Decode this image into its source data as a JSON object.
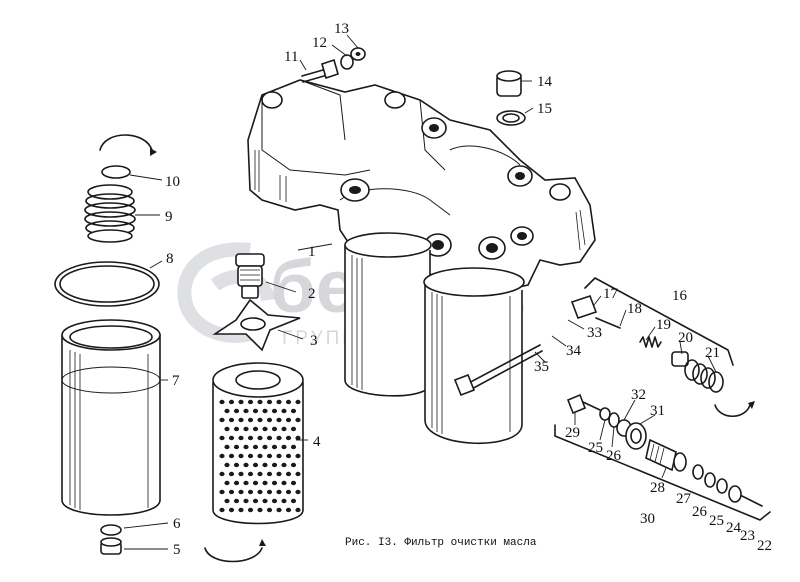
{
  "figure": {
    "caption": "Рис. I3. Фильтр очистки масла"
  },
  "watermark": {
    "brand": "белаза",
    "subtitle": "ГРУППА КОМПАНИЙ",
    "color": "#b9bcc2"
  },
  "callouts": [
    {
      "id": "1",
      "label": "1"
    },
    {
      "id": "2",
      "label": "2"
    },
    {
      "id": "3",
      "label": "3"
    },
    {
      "id": "4",
      "label": "4"
    },
    {
      "id": "5",
      "label": "5"
    },
    {
      "id": "6",
      "label": "6"
    },
    {
      "id": "7",
      "label": "7"
    },
    {
      "id": "8",
      "label": "8"
    },
    {
      "id": "9",
      "label": "9"
    },
    {
      "id": "10",
      "label": "10"
    },
    {
      "id": "11",
      "label": "11"
    },
    {
      "id": "12",
      "label": "12"
    },
    {
      "id": "13",
      "label": "13"
    },
    {
      "id": "14",
      "label": "14"
    },
    {
      "id": "15",
      "label": "15"
    },
    {
      "id": "16",
      "label": "16"
    },
    {
      "id": "17",
      "label": "17"
    },
    {
      "id": "18",
      "label": "18"
    },
    {
      "id": "19",
      "label": "19"
    },
    {
      "id": "20",
      "label": "20"
    },
    {
      "id": "21",
      "label": "21"
    },
    {
      "id": "22",
      "label": "22"
    },
    {
      "id": "23",
      "label": "23"
    },
    {
      "id": "24",
      "label": "24"
    },
    {
      "id": "25a",
      "label": "25"
    },
    {
      "id": "25b",
      "label": "25"
    },
    {
      "id": "26a",
      "label": "26"
    },
    {
      "id": "26b",
      "label": "26"
    },
    {
      "id": "27",
      "label": "27"
    },
    {
      "id": "28",
      "label": "28"
    },
    {
      "id": "29",
      "label": "29"
    },
    {
      "id": "30",
      "label": "30"
    },
    {
      "id": "31",
      "label": "31"
    },
    {
      "id": "32",
      "label": "32"
    },
    {
      "id": "33",
      "label": "33"
    },
    {
      "id": "34",
      "label": "34"
    },
    {
      "id": "35",
      "label": "35"
    }
  ]
}
